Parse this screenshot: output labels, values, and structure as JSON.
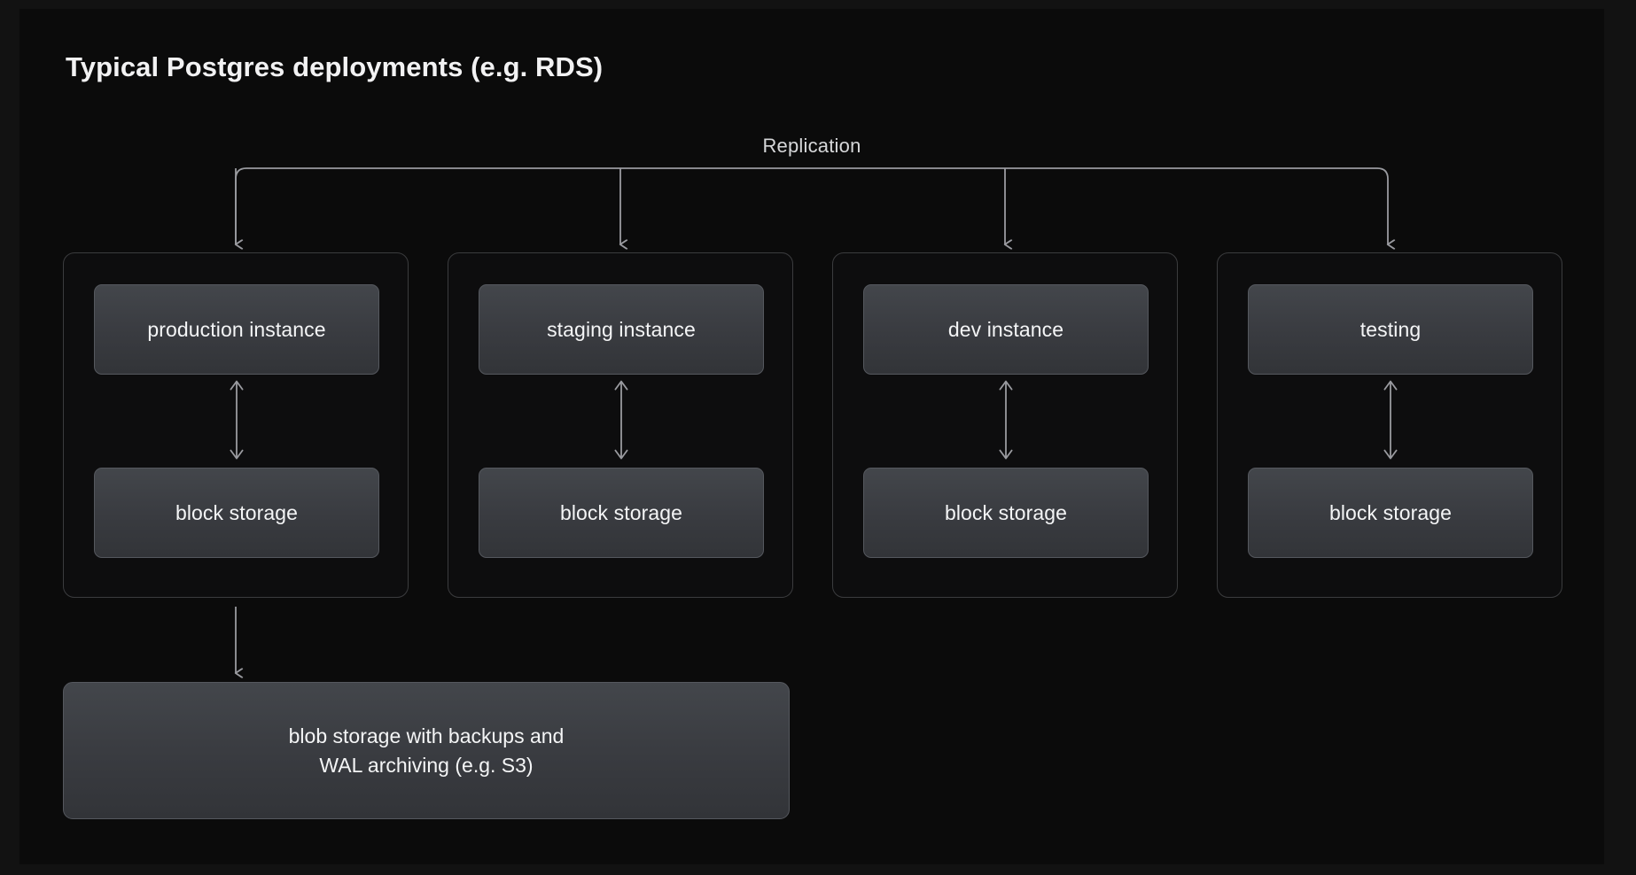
{
  "slide": {
    "title": "Typical Postgres deployments (e.g. RDS)",
    "background_color": "#0b0b0b",
    "page_background_color": "#121212",
    "text_color": "#f2f2f3",
    "line_color": "#9a9ba0",
    "group_border_color": "#3b3c3e",
    "node_fill_color": "#3a3d42",
    "node_border_color": "#55585e"
  },
  "replication": {
    "label": "Replication",
    "arrow_count": 4,
    "direction": "down"
  },
  "environments": [
    {
      "id": "production",
      "instance_label": "production instance",
      "storage_label": "block storage",
      "link_arrow": "double-headed-vertical",
      "has_backup_link": true
    },
    {
      "id": "staging",
      "instance_label": "staging instance",
      "storage_label": "block storage",
      "link_arrow": "double-headed-vertical",
      "has_backup_link": false
    },
    {
      "id": "dev",
      "instance_label": "dev instance",
      "storage_label": "block storage",
      "link_arrow": "double-headed-vertical",
      "has_backup_link": false
    },
    {
      "id": "testing",
      "instance_label": "testing",
      "storage_label": "block storage",
      "link_arrow": "double-headed-vertical",
      "has_backup_link": false
    }
  ],
  "blob_storage": {
    "label": "blob storage with backups and\nWAL archiving (e.g. S3)",
    "source": "production",
    "arrow": "down"
  }
}
